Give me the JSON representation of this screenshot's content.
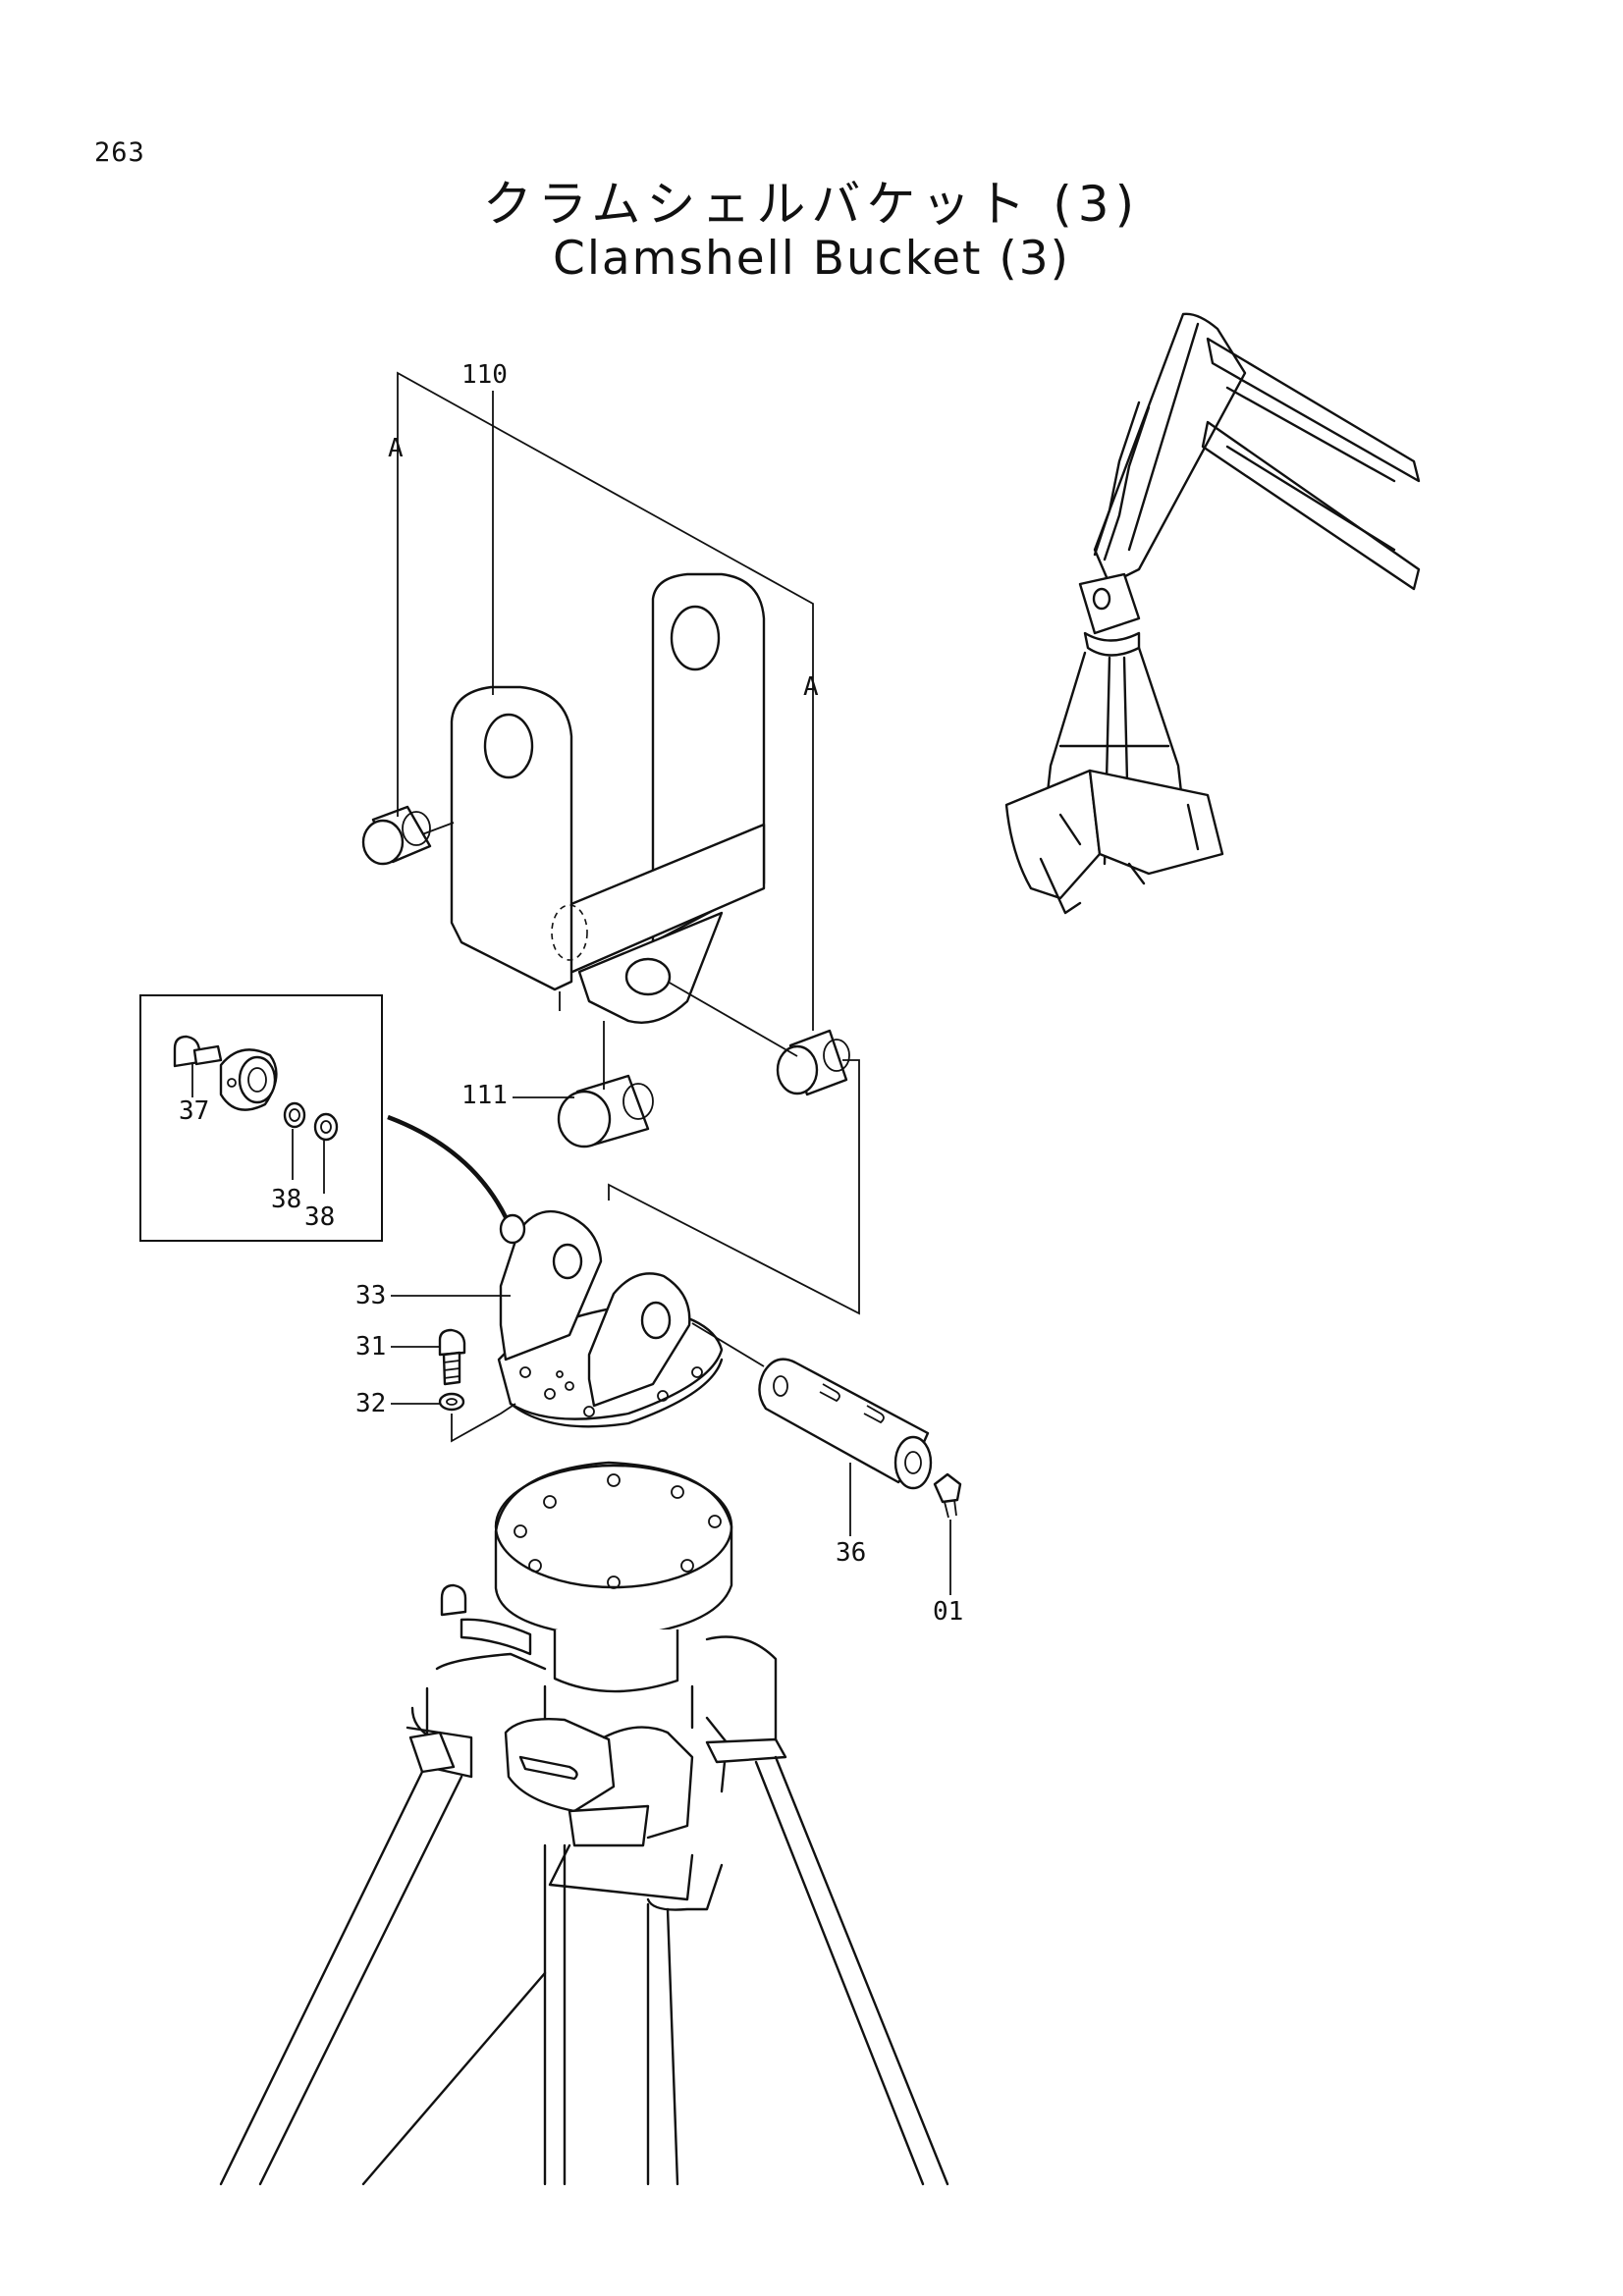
{
  "header": {
    "page_number": "263",
    "title_jp": "クラムシェルバケット (3)",
    "title_en": "Clamshell Bucket (3)"
  },
  "callouts": {
    "c110": "110",
    "cA1": "A",
    "cA2": "A",
    "c111": "111",
    "c37": "37",
    "c38a": "38",
    "c38b": "38",
    "c33": "33",
    "c31": "31",
    "c32": "32",
    "c36": "36",
    "c01": "01"
  }
}
